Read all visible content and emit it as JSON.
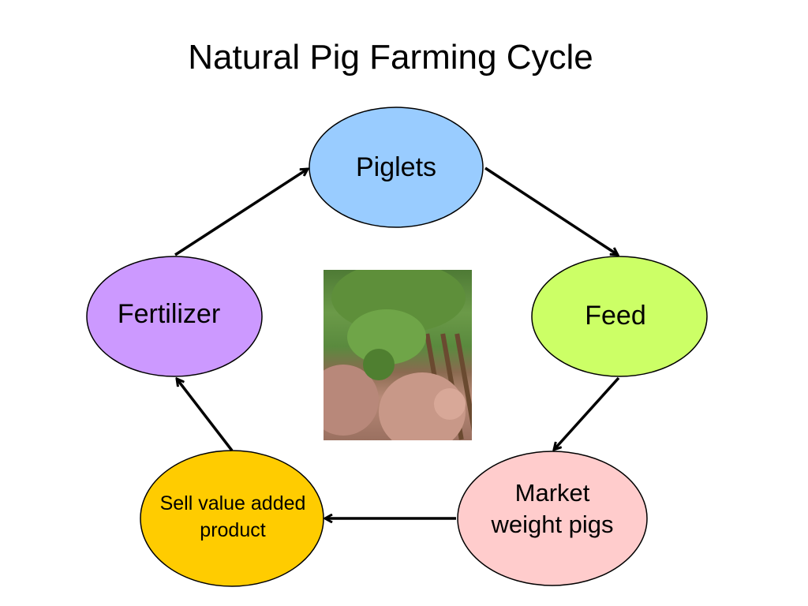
{
  "title": "Natural Pig Farming Cycle",
  "nodes": [
    {
      "id": "piglets",
      "label": "Piglets",
      "color": "#99ccff"
    },
    {
      "id": "feed",
      "label": "Feed",
      "color": "#ccff66"
    },
    {
      "id": "market",
      "label_line1": "Market",
      "label_line2": "weight pigs",
      "color": "#ffcccc"
    },
    {
      "id": "sell",
      "label_line1": "Sell value added",
      "label_line2": "product",
      "color": "#ffcc00"
    },
    {
      "id": "fertilizer",
      "label": "Fertilizer",
      "color": "#cc99ff"
    }
  ],
  "edges": [
    [
      "fertilizer",
      "piglets"
    ],
    [
      "piglets",
      "feed"
    ],
    [
      "feed",
      "market"
    ],
    [
      "market",
      "sell"
    ],
    [
      "sell",
      "fertilizer"
    ]
  ]
}
